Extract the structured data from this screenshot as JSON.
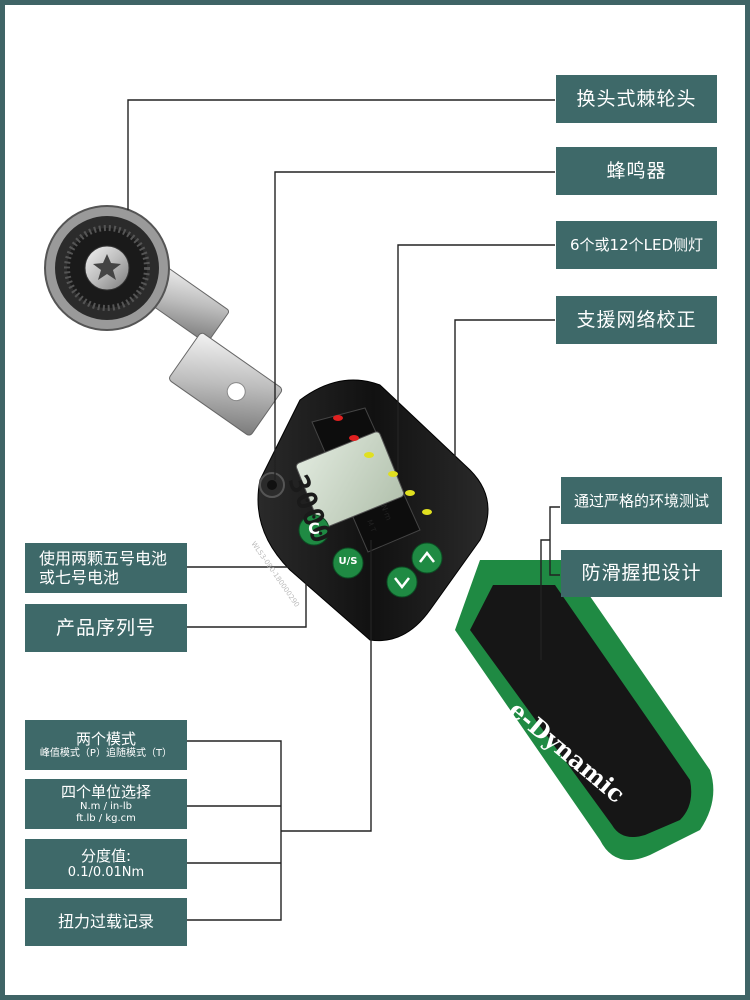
{
  "right_labels": [
    {
      "id": "ratchet-head",
      "text": "换头式棘轮头"
    },
    {
      "id": "buzzer",
      "text": "蜂鸣器"
    },
    {
      "id": "led-side-lights",
      "text": "6个或12个LED侧灯"
    },
    {
      "id": "calibration",
      "text": "支援网络校正"
    },
    {
      "id": "environment-test",
      "text": "通过严格的环境测试"
    },
    {
      "id": "anti-slip-grip",
      "text": "防滑握把设计"
    }
  ],
  "left_labels": {
    "battery": {
      "line1": "使用两颗五号电池",
      "line2": "或七号电池"
    },
    "serial": {
      "text": "产品序列号"
    },
    "modes": {
      "title": "两个模式",
      "detail": "峰值模式（P）追随模式（T）"
    },
    "units": {
      "title": "四个单位选择",
      "line1": "N.m / in-lb",
      "line2": "ft.lb / kg.cm"
    },
    "resolution": {
      "title": "分度值:",
      "value": "0.1/0.01Nm"
    },
    "overload": {
      "text": "扭力过载记录"
    }
  },
  "device": {
    "display_value": "3000",
    "display_unit": "N·m",
    "mode_indicators": "M T",
    "brand": "e-Dynamic",
    "button_c": "C",
    "button_us": "U/S",
    "button_down_icon": "chevron-down-icon",
    "button_up_icon": "chevron-up-icon",
    "serial_text": "WLS3-080-180000290"
  },
  "colors": {
    "frame": "#3f6466",
    "label_bg": "#3e6969",
    "grip_green": "#1f8a43",
    "body_black": "#1b1b1b",
    "lcd": "#c9d6c6",
    "led_red": "#e02020",
    "led_yellow": "#e0e020"
  }
}
